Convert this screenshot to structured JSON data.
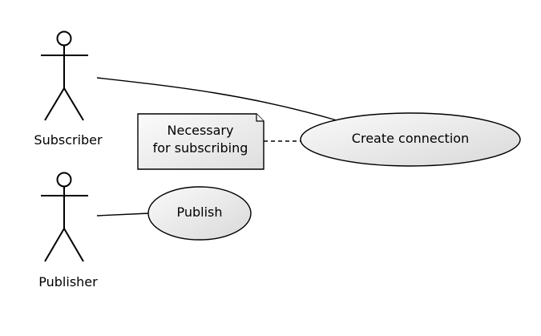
{
  "actors": {
    "subscriber": {
      "label": "Subscriber"
    },
    "publisher": {
      "label": "Publisher"
    }
  },
  "use_cases": {
    "create_connection": {
      "label": "Create connection"
    },
    "publish": {
      "label": "Publish"
    }
  },
  "note": {
    "line1": "Necessary",
    "line2": "for subscribing"
  },
  "colors": {
    "shape_fill_light": "#fafafa",
    "shape_fill_dark": "#dcdcdc",
    "stroke": "#000000"
  }
}
